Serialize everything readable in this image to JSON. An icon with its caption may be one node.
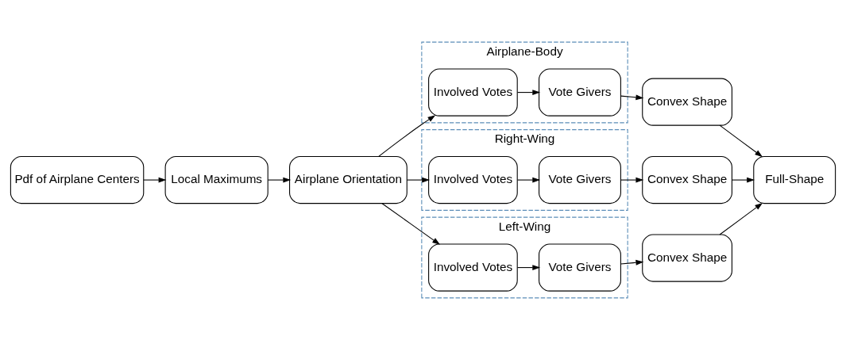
{
  "diagram": {
    "nodes": [
      {
        "text": [
          "Pdf of Airplane Centers"
        ]
      },
      {
        "text": [
          "Local Maximums"
        ]
      },
      {
        "text": [
          "Airplane Orientation"
        ]
      },
      {
        "text": [
          "Airplane-Body"
        ]
      },
      {
        "text": [
          "Involved Votes"
        ],
        "in": 3
      },
      {
        "text": [
          "Vote Givers"
        ],
        "in": 3
      },
      {
        "text": [
          "Convex Shape"
        ]
      },
      {
        "text": [
          "Right-Wing"
        ]
      },
      {
        "text": [
          "Involved Votes"
        ],
        "in": 7
      },
      {
        "text": [
          "Vote Givers"
        ],
        "in": 7
      },
      {
        "text": [
          "Convex Shape"
        ]
      },
      {
        "text": [
          "Left-Wing"
        ]
      },
      {
        "text": [
          "Involved Votes"
        ],
        "in": 11
      },
      {
        "text": [
          "Vote Givers"
        ],
        "in": 11
      },
      {
        "text": [
          "Convex Shape"
        ]
      },
      {
        "text": [
          "Full-Shape"
        ]
      }
    ],
    "edges": [
      {
        "from": 0,
        "to": 1,
        "arrow": "to"
      },
      {
        "from": 1,
        "to": 2,
        "arrow": "to"
      },
      {
        "from": 2,
        "to": 4,
        "arrow": "to"
      },
      {
        "from": 2,
        "to": 8,
        "arrow": "to"
      },
      {
        "from": 2,
        "to": 12,
        "arrow": "to"
      },
      {
        "from": 4,
        "to": 5,
        "arrow": "to"
      },
      {
        "from": 5,
        "to": 6,
        "arrow": "to"
      },
      {
        "from": 6,
        "to": 15,
        "arrow": "to"
      },
      {
        "from": 8,
        "to": 9,
        "arrow": "to"
      },
      {
        "from": 9,
        "to": 10,
        "arrow": "to"
      },
      {
        "from": 10,
        "to": 15,
        "arrow": "to"
      },
      {
        "from": 12,
        "to": 13,
        "arrow": "to"
      },
      {
        "from": 13,
        "to": 14,
        "arrow": "to"
      },
      {
        "from": 14,
        "to": 15,
        "arrow": "to"
      }
    ]
  }
}
